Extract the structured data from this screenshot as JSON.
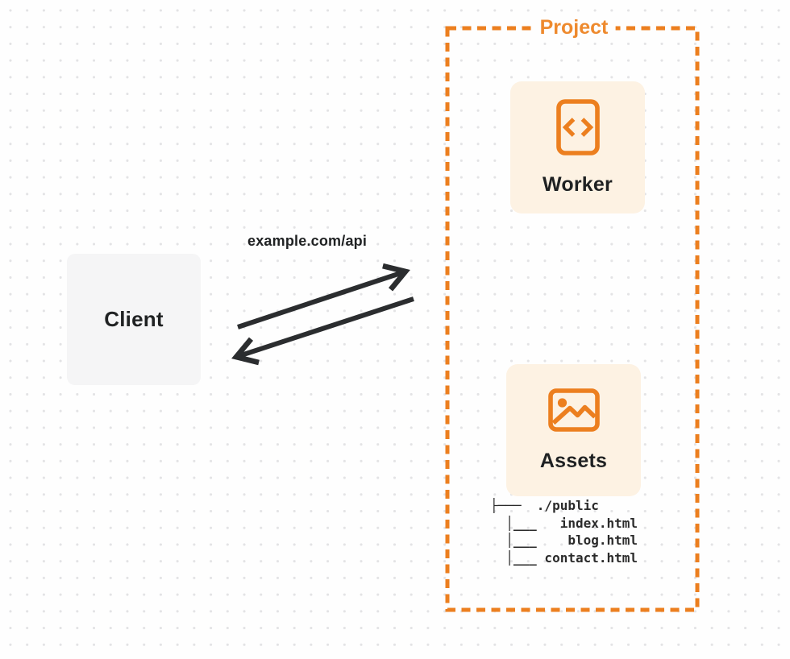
{
  "client": {
    "label": "Client"
  },
  "request": {
    "url_label": "example.com/api"
  },
  "project": {
    "label": "Project",
    "worker": {
      "label": "Worker",
      "icon": "code-icon"
    },
    "assets": {
      "label": "Assets",
      "icon": "image-icon"
    },
    "file_tree": [
      "├───  ./public",
      "  │___   index.html",
      "  │___    blog.html",
      "  │___ contact.html"
    ]
  },
  "colors": {
    "accent_orange": "#EC7F1F",
    "project_title_orange": "#EE8A2E",
    "card_background": "#FDF2E3",
    "client_background": "#F5F5F6",
    "ink": "#202223",
    "arrow": "#2B2D2F",
    "dot_grid": "#E3E3E5"
  }
}
